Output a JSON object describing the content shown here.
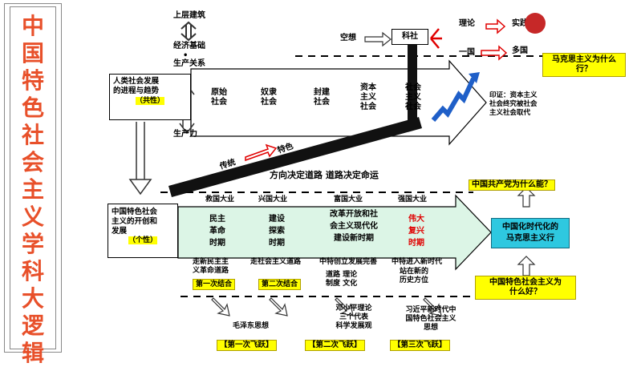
{
  "left_title": "中国特色社会主义学科大逻辑",
  "left_title_color": "#e8502a",
  "top": {
    "superstructure": "上层建筑",
    "economic_base": "经济基础",
    "production_relations": "生产关系",
    "productive_forces": "生产力",
    "utopia": "空想",
    "science": "科社",
    "theory": "理论",
    "reality": "实践",
    "one_country": "一国",
    "many_countries": "多国",
    "question_marxism": "马克思主义为什么行？",
    "stages": [
      "原始\n社会",
      "奴隶\n社会",
      "封建\n社会",
      "资本\n主义\n社会",
      "社会\n主义\n社会"
    ],
    "confirm": "印证：资本主义\n社会终究被社会\n主义社会取代",
    "left_box": "人类社会发展\n的进程与趋势",
    "left_box_tag": "（共性）"
  },
  "middle": {
    "tradition": "传统",
    "feature": "特色",
    "direction": "方向决定道路 道路决定命运"
  },
  "bottom": {
    "left_box": "中国特色社会\n主义的开创和\n发展",
    "left_box_tag": "（个性）",
    "headers": [
      "救国大业",
      "兴国大业",
      "富国大业",
      "强国大业"
    ],
    "periods": [
      "民主\n革命\n时期",
      "建设\n探索\n时期",
      "改革开放和社\n会主义现代化\n建设新时期",
      "伟大\n复兴\n时期"
    ],
    "below": [
      "走新民主主\n义革命道路",
      "走社会主义道路",
      "中特创立发展完善",
      "中特进入新时代"
    ],
    "tags": [
      "第一次结合",
      "第二次结合"
    ],
    "details": [
      "道路 理论\n制度 文化",
      "站在新的\n历史方位"
    ],
    "theories": [
      "毛泽东思想",
      "邓小平理论\n三个代表\n科学发展观",
      "习近平新时代中\n国特色社会主义\n思想"
    ],
    "leaps": [
      "【第一次飞跃】",
      "【第二次飞跃】",
      "【第三次飞跃】"
    ],
    "q_party": "中国共产党为什么能？",
    "sinicization": "中国化时代化的\n马克思主义行",
    "q_socialism": "中国特色社会主义为\n什么好？"
  },
  "colors": {
    "band_green": "#dcf5e6",
    "band_white": "#ffffff",
    "highlight_yellow": "#ffff00",
    "accent_red": "#e00000",
    "cyan_box": "#2ec8e0",
    "blue_arrow": "#1f5fc8"
  }
}
